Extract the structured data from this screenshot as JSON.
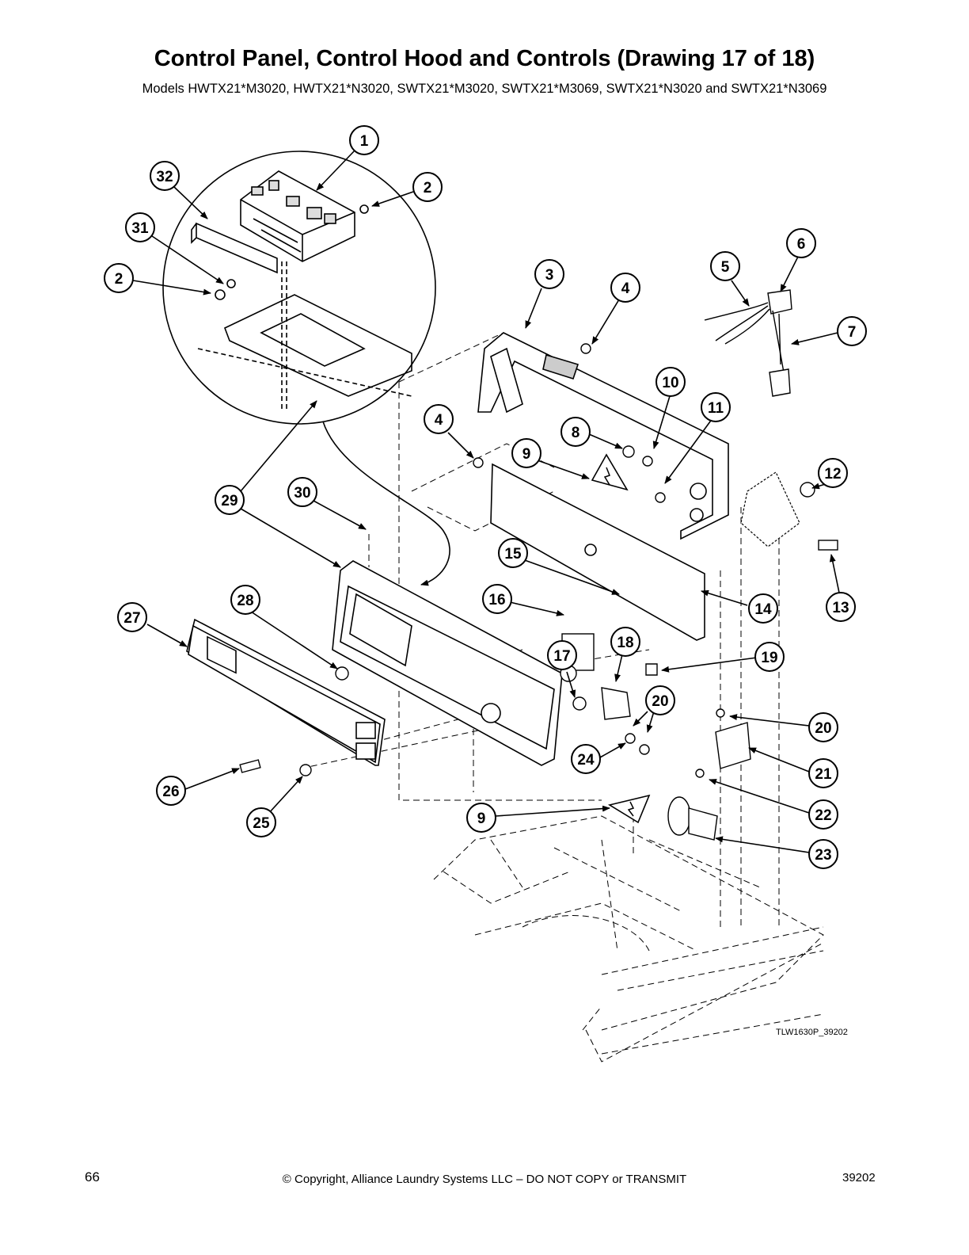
{
  "header": {
    "title": "Control Panel, Control Hood and Controls (Drawing 17 of 18)",
    "subtitle": "Models HWTX21*M3020, HWTX21*N3020, SWTX21*M3020, SWTX21*M3069, SWTX21*N3020 and SWTX21*N3069"
  },
  "drawing": {
    "reference_code": "TLW1630P_39202",
    "callouts": [
      "1",
      "2",
      "2",
      "3",
      "4",
      "4",
      "5",
      "6",
      "7",
      "8",
      "9",
      "9",
      "10",
      "11",
      "12",
      "13",
      "14",
      "15",
      "16",
      "17",
      "18",
      "19",
      "20",
      "20",
      "21",
      "22",
      "23",
      "24",
      "25",
      "26",
      "27",
      "28",
      "29",
      "30",
      "31",
      "32"
    ]
  },
  "footer": {
    "page_number": "66",
    "copyright": "© Copyright, Alliance Laundry Systems LLC – DO NOT COPY or TRANSMIT",
    "doc_number": "39202"
  }
}
